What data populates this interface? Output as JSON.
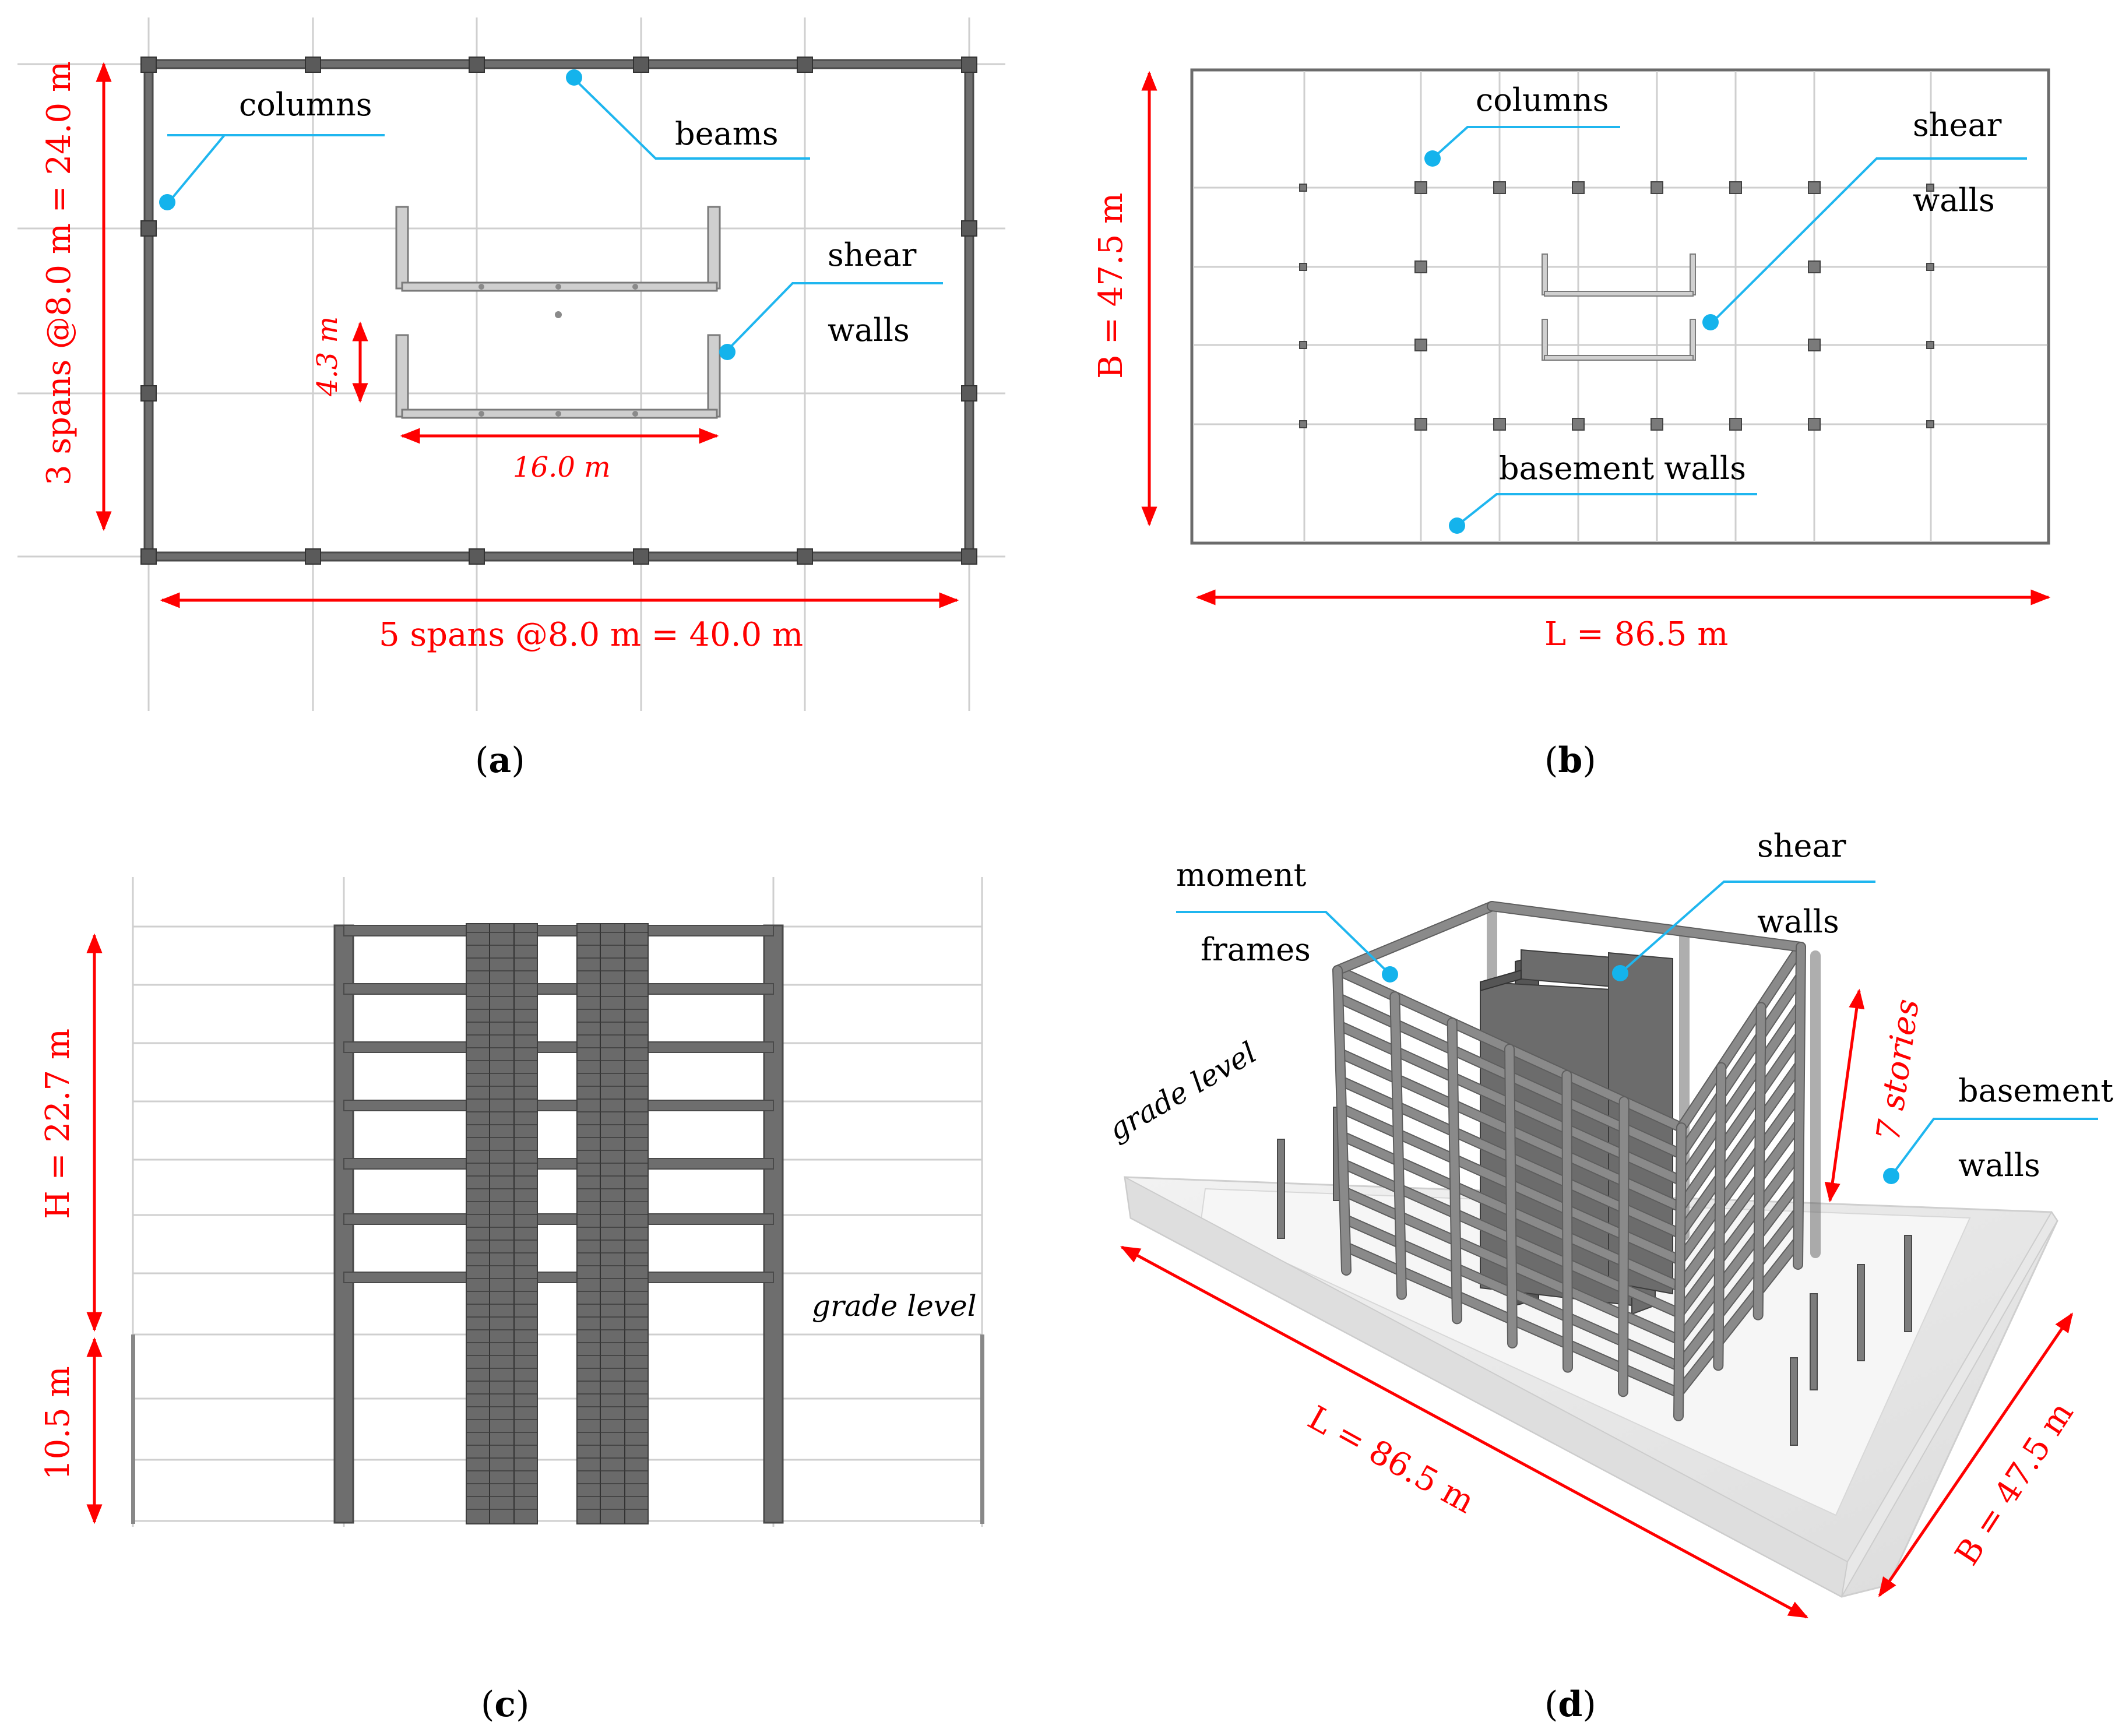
{
  "panel_a": {
    "caption": "(a)",
    "caption_letter": "a",
    "labels": {
      "columns": "columns",
      "beams": "beams",
      "shear": "shear",
      "walls": "walls"
    },
    "dimensions": {
      "vertical": "3 spans @8.0 m = 24.0 m",
      "horizontal": "5 spans @8.0 m = 40.0 m",
      "wall_depth": "4.3 m",
      "wall_length": "16.0 m"
    }
  },
  "panel_b": {
    "caption": "(b)",
    "caption_letter": "b",
    "labels": {
      "columns": "columns",
      "shear": "shear",
      "walls": "walls",
      "basement_walls": "basement walls"
    },
    "dimensions": {
      "B": "B = 47.5 m",
      "L": "L = 86.5 m"
    }
  },
  "panel_c": {
    "caption": "(c)",
    "caption_letter": "c",
    "labels": {
      "grade_level": "grade level"
    },
    "dimensions": {
      "H": "H = 22.7 m",
      "basement": "10.5 m"
    }
  },
  "panel_d": {
    "caption": "(d)",
    "caption_letter": "d",
    "labels": {
      "moment": "moment",
      "frames": "frames",
      "shear": "shear",
      "walls": "walls",
      "basement": "basement",
      "basement_walls2": "walls",
      "grade_level": "grade level"
    },
    "dimensions": {
      "stories": "7 stories",
      "L": "L = 86.5 m",
      "B": "B = 47.5 m"
    }
  },
  "colors": {
    "dimension": "#ff0000",
    "leader": "#1fb6ef",
    "structure": "#6e6e6e"
  }
}
